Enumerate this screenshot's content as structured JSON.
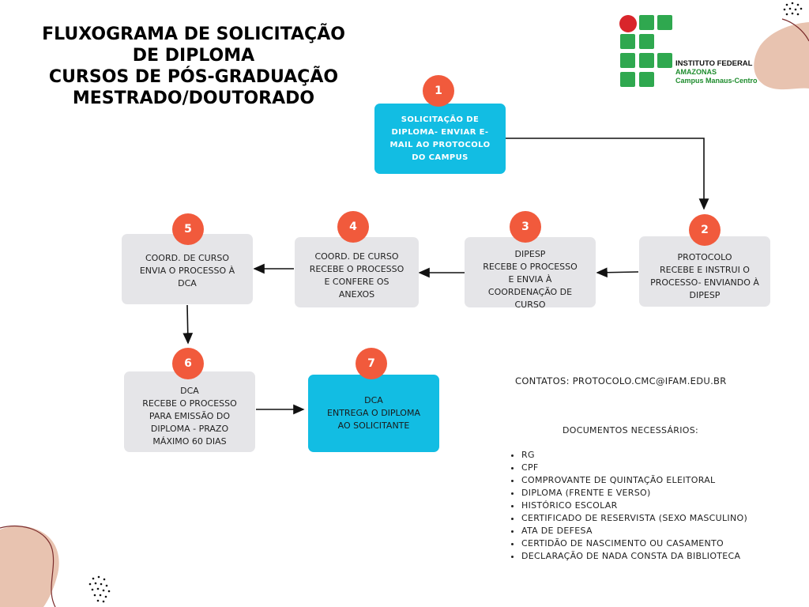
{
  "title": {
    "line1": "FLUXOGRAMA DE SOLICITAÇÃO",
    "line2": "DE  DIPLOMA",
    "line3": "CURSOS DE PÓS-GRADUAÇÃO",
    "line4": "MESTRADO/DOUTORADO"
  },
  "logo": {
    "name": "ifam-logo",
    "line1": "INSTITUTO FEDERAL",
    "line2": "AMAZONAS",
    "line3": "Campus Manaus-Centro",
    "colors": {
      "green": "#2fa84f",
      "red": "#d9252b"
    }
  },
  "steps": [
    {
      "number": "1",
      "lines": [
        "SOLICITAÇÃO DE",
        "DIPLOMA- ENVIAR E-",
        "MAIL AO PROTOCOLO",
        "DO CAMPUS"
      ]
    },
    {
      "number": "2",
      "lines": [
        "PROTOCOLO",
        "RECEBE E INSTRUI O",
        "PROCESSO- ENVIANDO À",
        "DIPESP"
      ]
    },
    {
      "number": "3",
      "lines": [
        "DIPESP",
        "RECEBE O PROCESSO",
        "E ENVIA À",
        "COORDENAÇÃO DE",
        "CURSO"
      ]
    },
    {
      "number": "4",
      "lines": [
        "COORD. DE CURSO",
        "RECEBE O PROCESSO",
        "E CONFERE OS",
        "ANEXOS"
      ]
    },
    {
      "number": "5",
      "lines": [
        "COORD. DE CURSO",
        "ENVIA O PROCESSO À",
        "DCA"
      ]
    },
    {
      "number": "6",
      "lines": [
        "DCA",
        "RECEBE O PROCESSO",
        "PARA EMISSÃO DO",
        "DIPLOMA - PRAZO",
        "MÁXIMO 60 DIAS"
      ]
    },
    {
      "number": "7",
      "lines": [
        "DCA",
        "ENTREGA O DIPLOMA",
        "AO SOLICITANTE"
      ]
    }
  ],
  "contacts": "CONTATOS: PROTOCOLO.CMC@IFAM.EDU.BR",
  "documents": {
    "title": "DOCUMENTOS  NECESSÁRIOS:",
    "items": [
      "RG",
      "CPF",
      "COMPROVANTE DE QUINTAÇÃO ELEITORAL",
      "DIPLOMA (FRENTE E VERSO)",
      "HISTÓRICO ESCOLAR",
      "CERTIFICADO DE RESERVISTA (SEXO MASCULINO)",
      "ATA DE DEFESA",
      "CERTIDÃO DE NASCIMENTO OU CASAMENTO",
      "DECLARAÇÃO DE NADA CONSTA DA BIBLIOTECA"
    ]
  },
  "colors": {
    "badge": "#f15a3c",
    "highlight_box": "#12bde3",
    "regular_box": "#e5e5e8",
    "decor_blob": "#e8c3b0"
  }
}
